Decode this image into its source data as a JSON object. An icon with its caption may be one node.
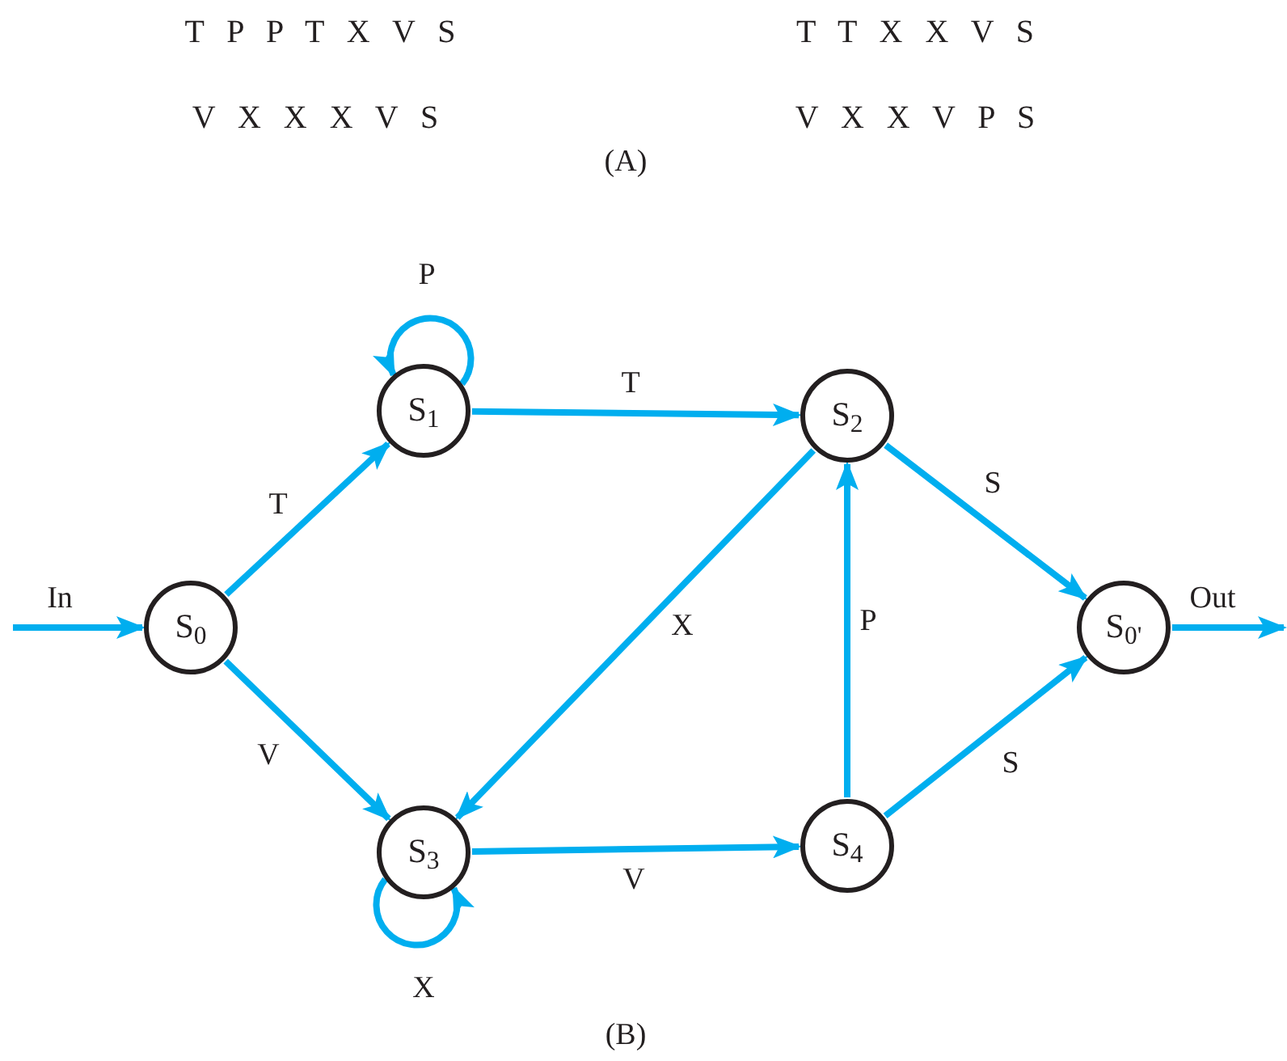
{
  "diagram": {
    "nodes": [
      {
        "text": [
          "S$_{0}$"
        ]
      },
      {
        "text": [
          "S$_{1}$"
        ]
      },
      {
        "text": [
          "S$_{2}$"
        ]
      },
      {
        "text": [
          "S$_{3}$"
        ]
      },
      {
        "text": [
          "S$_{4}$"
        ]
      },
      {
        "text": [
          "S$_{0'}$"
        ]
      }
    ],
    "edges": [
      {
        "from": null,
        "to": 0,
        "arrow": "to",
        "label": "In"
      },
      {
        "from": 0,
        "to": 1,
        "arrow": "to",
        "label": "T"
      },
      {
        "from": 0,
        "to": 3,
        "arrow": "to",
        "label": "V"
      },
      {
        "from": 1,
        "to": 1,
        "arrow": "to",
        "label": "P"
      },
      {
        "from": 1,
        "to": 2,
        "arrow": "to",
        "label": "T"
      },
      {
        "from": 2,
        "to": 3,
        "arrow": "to",
        "label": "X"
      },
      {
        "from": 2,
        "to": 5,
        "arrow": "to",
        "label": "S"
      },
      {
        "from": 3,
        "to": 3,
        "arrow": "to",
        "label": "X"
      },
      {
        "from": 3,
        "to": 4,
        "arrow": "to",
        "label": "V"
      },
      {
        "from": 4,
        "to": 2,
        "arrow": "to",
        "label": "P"
      },
      {
        "from": 4,
        "to": 5,
        "arrow": "to",
        "label": "S"
      },
      {
        "from": 5,
        "to": null,
        "arrow": "to",
        "label": "Out"
      }
    ],
    "labels": [
      "T P P T X V S",
      "T T X X V S",
      "V X X X V S",
      "V X X V P S",
      "(A)",
      "(B)"
    ]
  }
}
